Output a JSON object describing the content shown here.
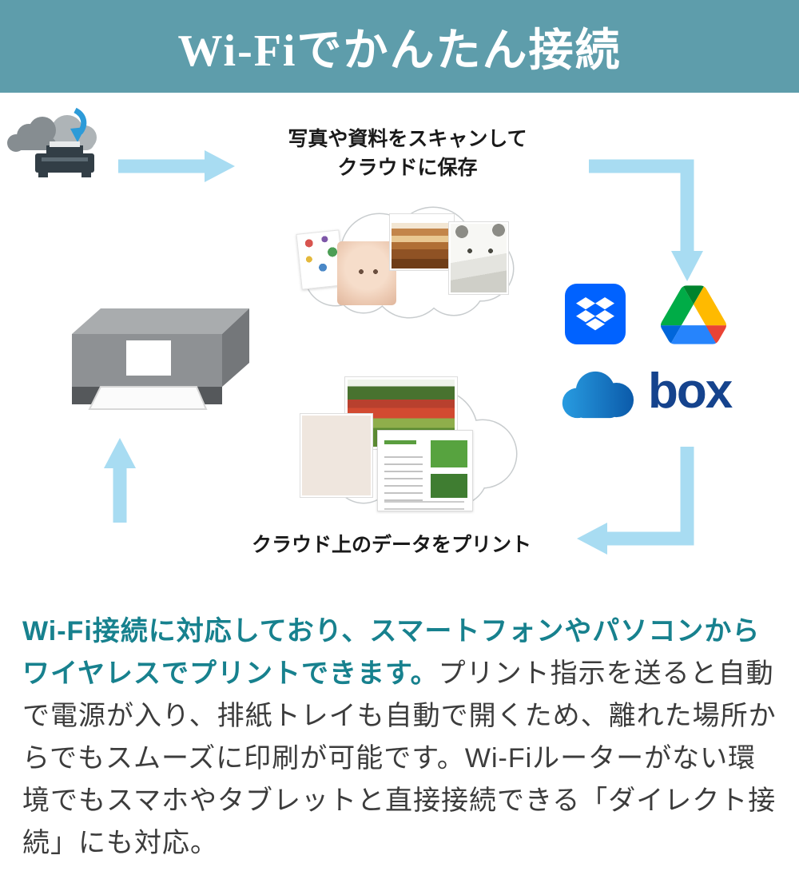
{
  "header": {
    "title": "Wi-Fiでかんたん接続"
  },
  "diagram": {
    "scan_caption_line1": "写真や資料をスキャンして",
    "scan_caption_line2": "クラウドに保存",
    "print_caption": "クラウド上のデータをプリント",
    "services": {
      "box_label": "box"
    },
    "icons": {
      "upload": "printer-to-cloud-upload-icon",
      "dropbox": "dropbox-icon",
      "google_drive": "google-drive-icon",
      "onedrive": "onedrive-icon",
      "box": "box-logo"
    }
  },
  "paragraph": {
    "highlight": "Wi-Fi接続に対応しており、スマートフォンやパソコンからワイヤレスでプリントできます。",
    "body": "プリント指示を送ると自動で電源が入り、排紙トレイも自動で開くため、離れた場所からでもスムーズに印刷が可能です。Wi-Fiルーターがない環境でもスマホやタブレットと直接接続できる「ダイレクト接続」にも対応。"
  },
  "colors": {
    "header_bg": "#5e9dab",
    "highlight_text": "#17818e",
    "arrow": "#a8dcf2",
    "dropbox_blue": "#0062ff",
    "box_navy": "#15438d"
  }
}
